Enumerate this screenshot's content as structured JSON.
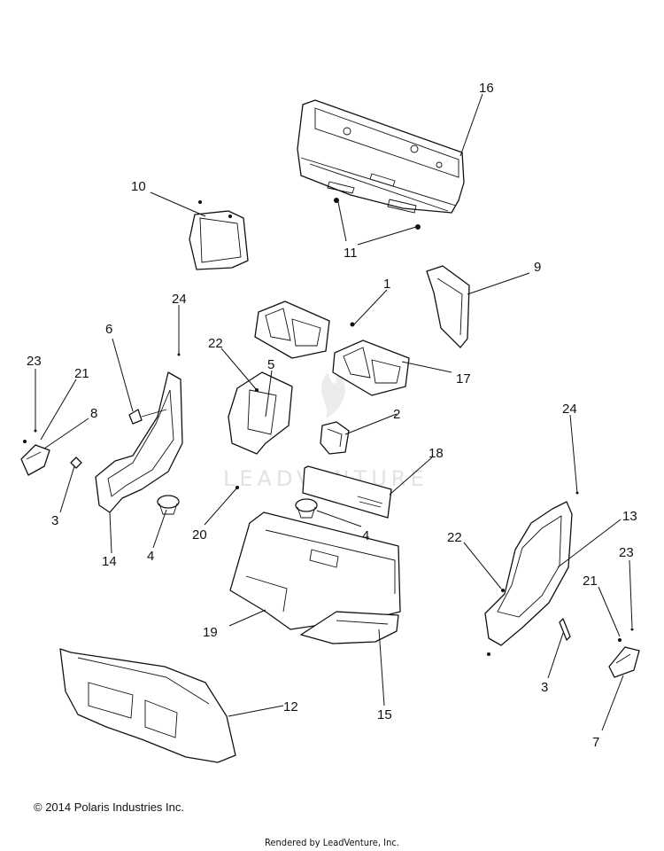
{
  "watermark": "LEADVENTURE",
  "copyright": "© 2014 Polaris Industries Inc.",
  "rendered_by": "Rendered by LeadVenture, Inc.",
  "callouts": {
    "c1": "1",
    "c2": "2",
    "c3a": "3",
    "c3b": "3",
    "c4a": "4",
    "c4b": "4",
    "c5": "5",
    "c6": "6",
    "c7": "7",
    "c8": "8",
    "c9": "9",
    "c10": "10",
    "c11": "11",
    "c12": "12",
    "c13": "13",
    "c14": "14",
    "c15": "15",
    "c16": "16",
    "c17": "17",
    "c18": "18",
    "c19": "19",
    "c20": "20",
    "c21a": "21",
    "c21b": "21",
    "c22a": "22",
    "c22b": "22",
    "c23a": "23",
    "c23b": "23",
    "c24a": "24",
    "c24b": "24"
  }
}
